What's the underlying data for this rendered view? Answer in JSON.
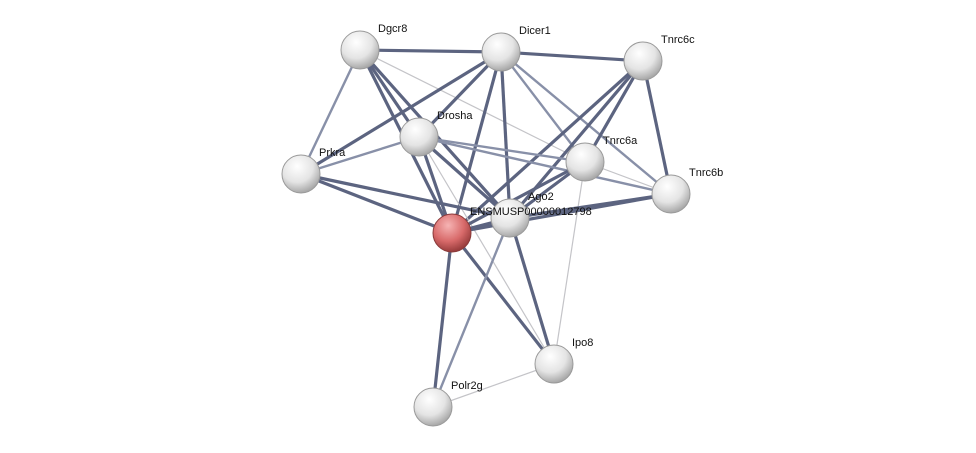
{
  "network": {
    "nodes": [
      {
        "id": "Dgcr8",
        "label": "Dgcr8",
        "query": false
      },
      {
        "id": "Dicer1",
        "label": "Dicer1",
        "query": false
      },
      {
        "id": "Tnrc6c",
        "label": "Tnrc6c",
        "query": false
      },
      {
        "id": "Drosha",
        "label": "Drosha",
        "query": false
      },
      {
        "id": "Prkra",
        "label": "Prkra",
        "query": false
      },
      {
        "id": "Tnrc6a",
        "label": "Tnrc6a",
        "query": false
      },
      {
        "id": "Tnrc6b",
        "label": "Tnrc6b",
        "query": false
      },
      {
        "id": "ENS",
        "label": "ENSMUSP00000012798",
        "query": true
      },
      {
        "id": "Ago2",
        "label": "Ago2",
        "query": false
      },
      {
        "id": "Ipo8",
        "label": "Ipo8",
        "query": false
      },
      {
        "id": "Polr2g",
        "label": "Polr2g",
        "query": false
      }
    ],
    "edges": [
      [
        "Dgcr8",
        "Dicer1",
        "strong"
      ],
      [
        "Dgcr8",
        "Drosha",
        "strong"
      ],
      [
        "Dgcr8",
        "ENS",
        "strong"
      ],
      [
        "Dgcr8",
        "Ago2",
        "strong"
      ],
      [
        "Dgcr8",
        "Prkra",
        "medium"
      ],
      [
        "Dgcr8",
        "Tnrc6a",
        "weak"
      ],
      [
        "Dicer1",
        "Tnrc6c",
        "strong"
      ],
      [
        "Dicer1",
        "Drosha",
        "strong"
      ],
      [
        "Dicer1",
        "Prkra",
        "strong"
      ],
      [
        "Dicer1",
        "ENS",
        "strong"
      ],
      [
        "Dicer1",
        "Ago2",
        "strong"
      ],
      [
        "Dicer1",
        "Tnrc6a",
        "medium"
      ],
      [
        "Dicer1",
        "Tnrc6b",
        "medium"
      ],
      [
        "Tnrc6c",
        "Tnrc6a",
        "strong"
      ],
      [
        "Tnrc6c",
        "Tnrc6b",
        "strong"
      ],
      [
        "Tnrc6c",
        "Ago2",
        "strong"
      ],
      [
        "Tnrc6c",
        "ENS",
        "strong"
      ],
      [
        "Drosha",
        "Prkra",
        "medium"
      ],
      [
        "Drosha",
        "ENS",
        "strong"
      ],
      [
        "Drosha",
        "Ago2",
        "strong"
      ],
      [
        "Drosha",
        "Tnrc6a",
        "medium"
      ],
      [
        "Drosha",
        "Tnrc6b",
        "medium"
      ],
      [
        "Drosha",
        "Ipo8",
        "weak"
      ],
      [
        "Prkra",
        "ENS",
        "strong"
      ],
      [
        "Prkra",
        "Ago2",
        "strong"
      ],
      [
        "Tnrc6a",
        "Tnrc6b",
        "weak"
      ],
      [
        "Tnrc6a",
        "Ago2",
        "strong"
      ],
      [
        "Tnrc6a",
        "ENS",
        "strong"
      ],
      [
        "Tnrc6a",
        "Ipo8",
        "weak"
      ],
      [
        "Tnrc6b",
        "Ago2",
        "strong"
      ],
      [
        "Tnrc6b",
        "ENS",
        "strong"
      ],
      [
        "ENS",
        "Ago2",
        "strong"
      ],
      [
        "ENS",
        "Ipo8",
        "strong"
      ],
      [
        "ENS",
        "Polr2g",
        "strong"
      ],
      [
        "Ago2",
        "Ipo8",
        "strong"
      ],
      [
        "Ago2",
        "Polr2g",
        "medium"
      ],
      [
        "Polr2g",
        "Ipo8",
        "weak"
      ]
    ],
    "colors": {
      "strong": "#5c6480",
      "medium": "#8890a8",
      "weak": "#c4c4c8",
      "node": "#e6e6e6",
      "query": "#d86a6a"
    }
  }
}
